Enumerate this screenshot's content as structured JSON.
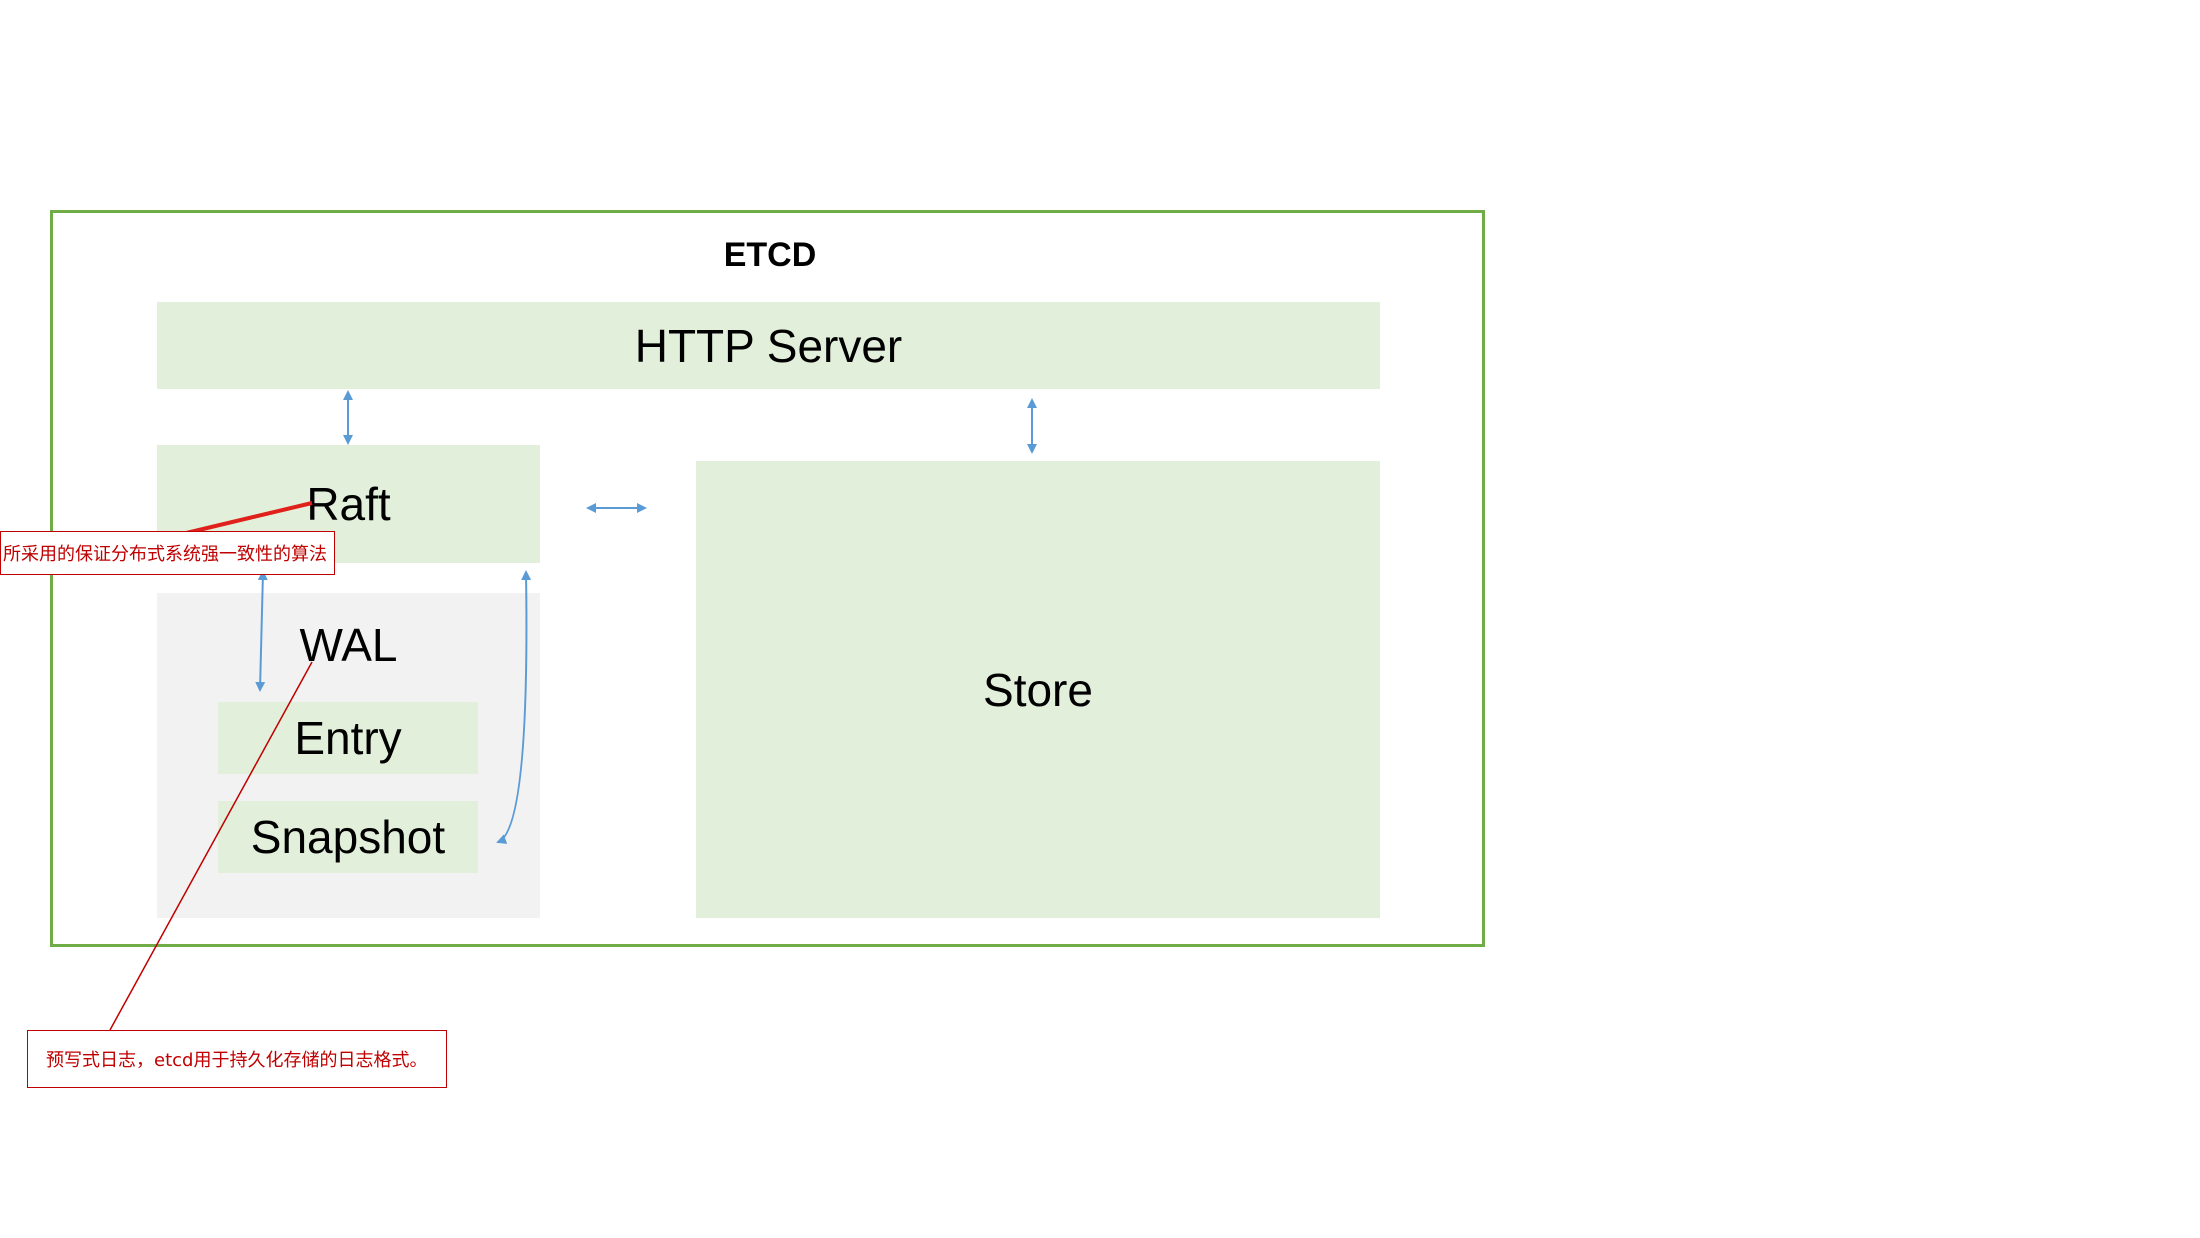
{
  "diagram": {
    "title": "ETCD",
    "components": {
      "http_server": "HTTP Server",
      "raft": "Raft",
      "wal": "WAL",
      "entry": "Entry",
      "snapshot": "Snapshot",
      "store": "Store"
    },
    "notes": {
      "raft": "所采用的保证分布式系统强一致性的算法",
      "wal": "预写式日志，etcd用于持久化存储的日志格式。"
    },
    "connections": [
      {
        "from": "HTTP Server",
        "to": "Raft",
        "direction": "both"
      },
      {
        "from": "HTTP Server",
        "to": "Store",
        "direction": "both"
      },
      {
        "from": "Raft",
        "to": "Store",
        "direction": "both"
      },
      {
        "from": "Raft",
        "to": "WAL",
        "direction": "both"
      },
      {
        "from": "Snapshot",
        "to": "Raft",
        "direction": "both"
      }
    ]
  },
  "colors": {
    "frame_border": "#70ad47",
    "component_fill": "#e2efda",
    "wal_fill": "#f2f2f2",
    "arrow": "#5b9bd5",
    "note": "#c00000"
  }
}
